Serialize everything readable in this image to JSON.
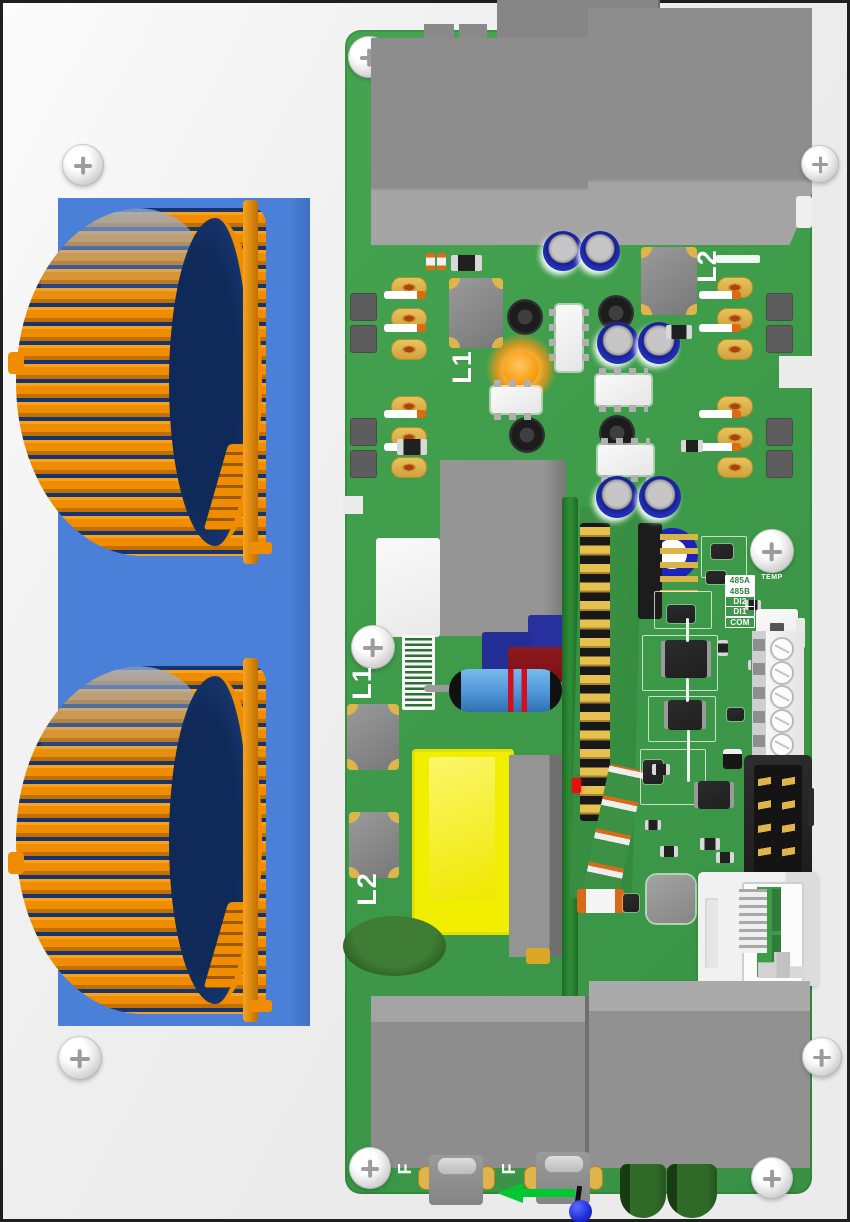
{
  "labels": {
    "inductor_top_left": "L1",
    "inductor_top_right": "L2",
    "choke_mid_upper": "L1",
    "choke_mid_lower": "L2",
    "temp": "TEMP",
    "terminal_silkscreen": [
      "485A",
      "485B",
      "DI2",
      "DI1",
      "COM"
    ],
    "fuse_left": "F",
    "fuse_right": "F"
  },
  "colors": {
    "background": "#ebebeb",
    "frame": "#1f1f1f",
    "plate-blue": "#4a80d8",
    "winding-orange": "#ef8c00",
    "winding-orange-light": "#f7a21f",
    "winding-orange-dark": "#c06f00",
    "core-navy": "#16356e",
    "pcb-green": "#3e9b4a",
    "pcb-green-dark": "#2f7d39",
    "silkscreen-white": "#ffffff",
    "block-gray": "#8d8d8d",
    "block-gray-light": "#a4a4a4",
    "block-gray-dark": "#6f6f6f",
    "cap-blue": "#2230c0",
    "cap-blue-deep": "#0d1470",
    "cap-silver": "#c6c6c6",
    "gold": "#dfb54b",
    "copper": "#b8500f",
    "transformer-yellow": "#f2ee00",
    "film-cap-navy": "#27309c",
    "cap-maroon": "#7c1016",
    "resistor-blue": "#4e97d8",
    "ic-black": "#202020",
    "glow-orange": "#f79400",
    "led-red": "#e31212",
    "arrow-green": "#00c832",
    "wire-loop-green": "#2f6b27",
    "sphere-blue": "#1b2bd8",
    "rj45-white": "#f1f1f1",
    "barcode-green": "#2e6f36"
  }
}
